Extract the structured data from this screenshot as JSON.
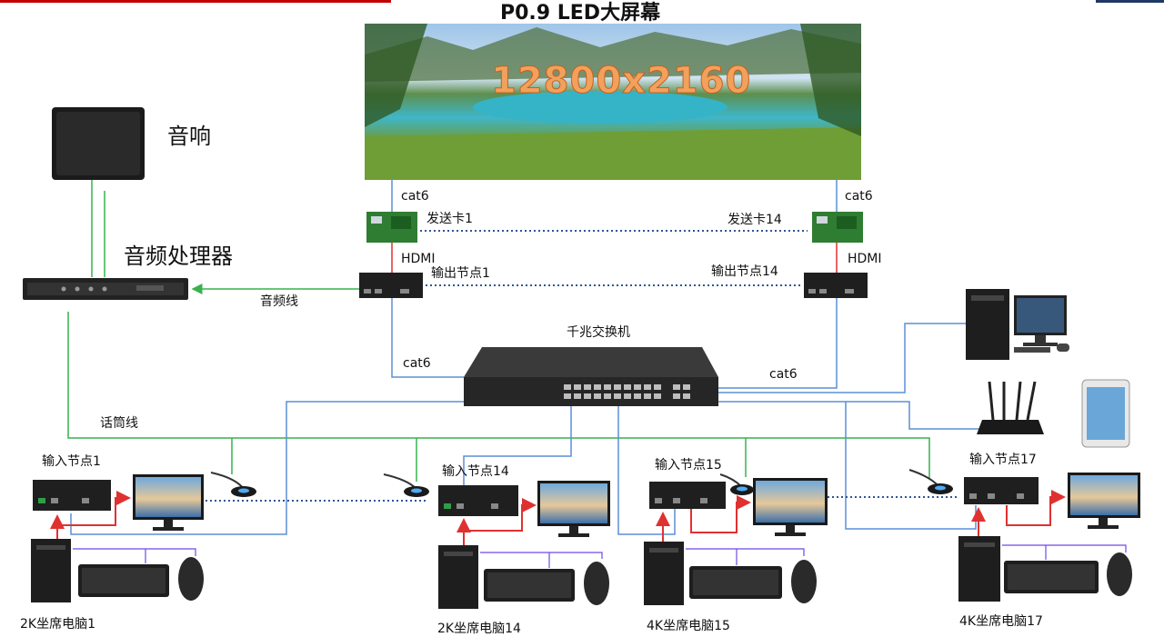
{
  "title": "P0.9 LED大屏幕",
  "resolution": "12800x2160",
  "speaker": "音响",
  "audio_processor": "音频处理器",
  "audio_line": "音频线",
  "mic_line": "话筒线",
  "switch": "千兆交换机",
  "cat6": "cat6",
  "hdmi": "HDMI",
  "send_card_1": "发送卡1",
  "send_card_14": "发送卡14",
  "output_node_1": "输出节点1",
  "output_node_14": "输出节点14",
  "input_nodes": [
    "输入节点1",
    "输入节点14",
    "输入节点15",
    "输入节点17"
  ],
  "seat_pcs": [
    "2K坐席电脑1",
    "2K坐席电脑14",
    "4K坐席电脑15",
    "4K坐席电脑17"
  ],
  "colors": {
    "blue_line": "#5b8fd6",
    "green_line": "#37b24d",
    "red_arrow": "#e03131",
    "purple_line": "#7048e8",
    "dotted": "#2f5597",
    "label_orange": "#f2a15c"
  }
}
